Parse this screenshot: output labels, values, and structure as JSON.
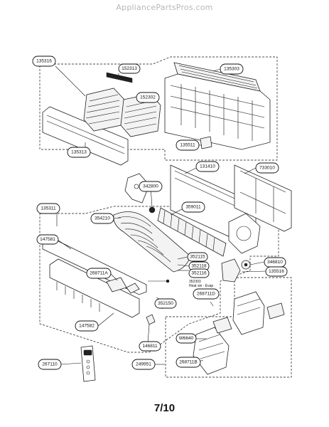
{
  "watermark": "AppliancePartsPros.com",
  "page_number": "7/10",
  "labels": {
    "l135316": "135316",
    "l152313": "152313",
    "l135303": "135303",
    "l152302": "152302",
    "l135313": "135313",
    "l135511": "135511",
    "l131410": "131410",
    "l733010": "733010",
    "l342800": "342800",
    "l359011": "359011",
    "l135311": "135311",
    "l354210": "354210",
    "l147581": "147581",
    "l352115": "352115",
    "l352118": "352118",
    "l352116": "352116",
    "l346810": "346810",
    "l135516": "135516",
    "l268711A": "268711A",
    "l352150": "352150",
    "l147582": "147582",
    "l146811": "146811",
    "l268711D": "268711D",
    "lW6640": "W6640",
    "l267110": "267110",
    "l249951": "249951",
    "l268711B": "268711B"
  },
  "plain_labels": {
    "p352303": "352303",
    "pnote": "Heat sin - Evap"
  }
}
